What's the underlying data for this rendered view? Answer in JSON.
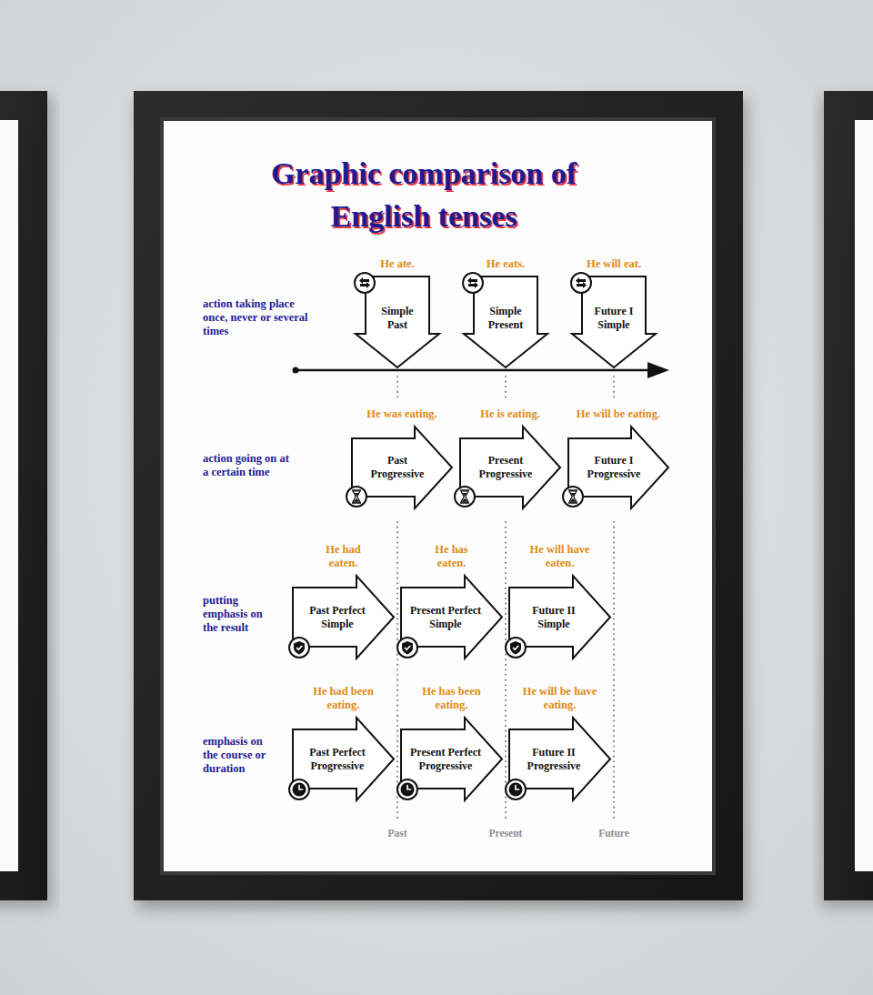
{
  "diagram": {
    "title": "Graphic comparison of English tenses",
    "nodes": [
      {
        "text": [
          "He ate.",
          "Simple Past"
        ]
      },
      {
        "text": [
          "He eats.",
          "Simple Present"
        ]
      },
      {
        "text": [
          "He will eat.",
          "Future I Simple"
        ]
      },
      {
        "text": [
          "He was eating.",
          "Past Progressive"
        ]
      },
      {
        "text": [
          "He is eating.",
          "Present Progressive"
        ]
      },
      {
        "text": [
          "He will be eating.",
          "Future I Progressive"
        ]
      },
      {
        "text": [
          "He had eaten.",
          "Past Perfect Simple"
        ]
      },
      {
        "text": [
          "He has eaten.",
          "Present Perfect Simple"
        ]
      },
      {
        "text": [
          "He will have eaten.",
          "Future II Simple"
        ]
      },
      {
        "text": [
          "He had been eating.",
          "Past Perfect Progressive"
        ]
      },
      {
        "text": [
          "He has been eating.",
          "Present Perfect Progressive"
        ]
      },
      {
        "text": [
          "He will be have eating.",
          "Future II Progressive"
        ]
      }
    ],
    "labels": [
      "action taking place once, never or several times",
      "action going on at a certain time",
      "putting emphasis on the result",
      "emphasis on the course or duration",
      "Past",
      "Present",
      "Future"
    ]
  }
}
